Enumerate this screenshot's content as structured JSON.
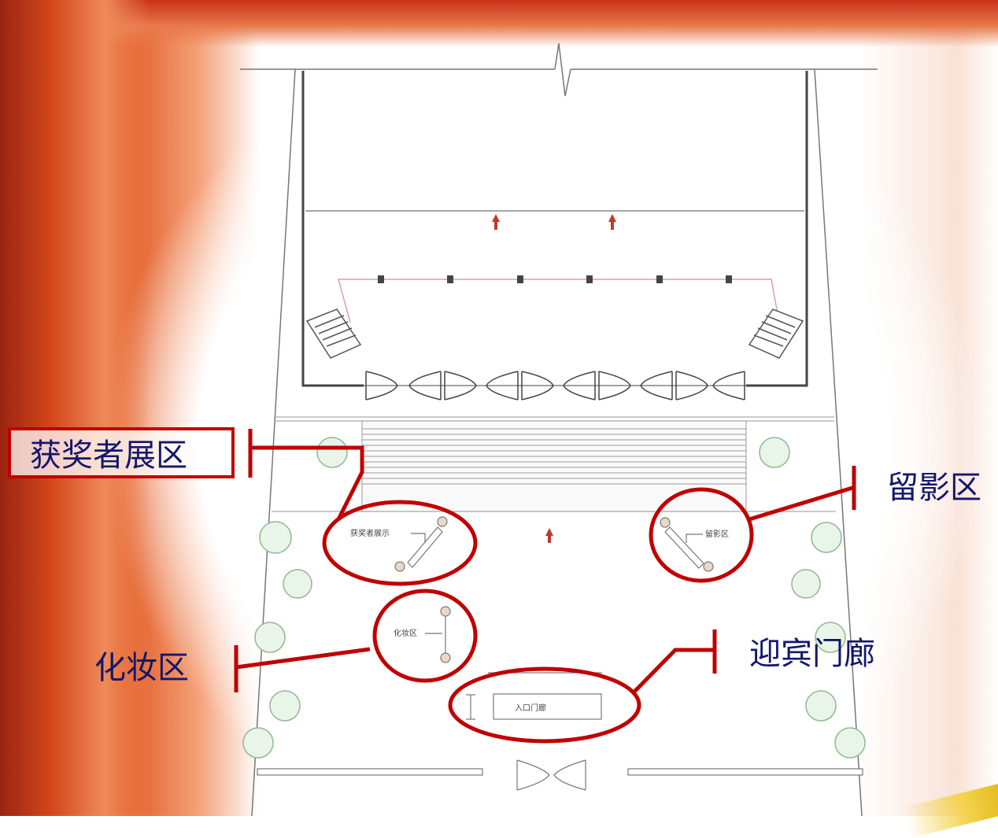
{
  "callouts": {
    "winner_zone": "获奖者展区",
    "photo_zone": "留影区",
    "makeup_zone": "化妆区",
    "entrance_corridor": "迎宾门廊"
  },
  "plan_labels": {
    "winner_display": "获奖者展示",
    "photo_zone": "留影区",
    "makeup_zone": "化妆区",
    "entrance_corridor": "入口门廊"
  },
  "colors": {
    "callout_red": "#c00000",
    "callout_text": "#13176e",
    "plan_line": "#555555",
    "arrow_red": "#c0392b"
  }
}
